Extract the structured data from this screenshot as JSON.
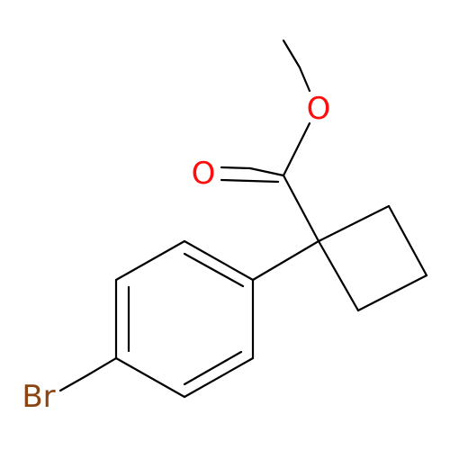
{
  "molecule": {
    "atom_labels": {
      "carbonyl_oxygen": "O",
      "ester_oxygen": "O",
      "bromine": "Br"
    },
    "colors": {
      "bond": "#000000",
      "oxygen": "#ff0d0d",
      "bromine": "#8b4513"
    }
  }
}
